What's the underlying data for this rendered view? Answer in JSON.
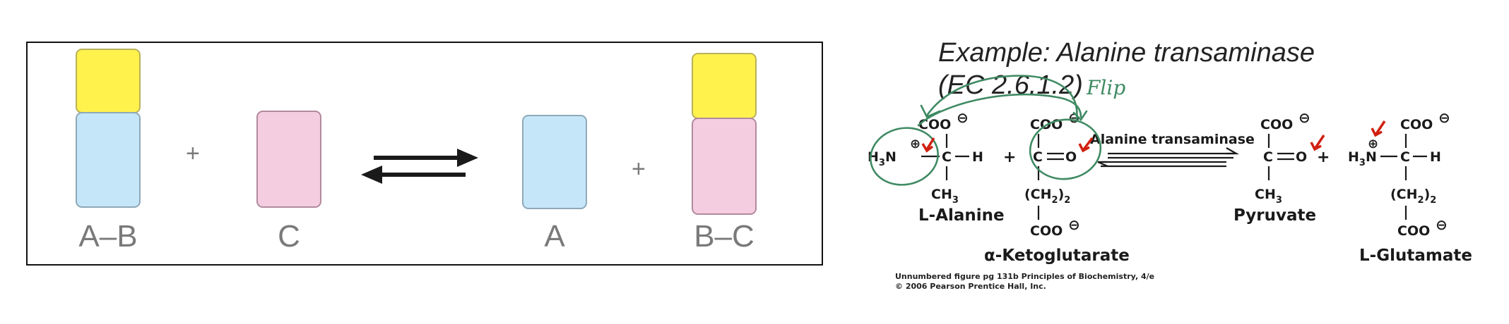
{
  "scheme": {
    "reactant1_label": "A–B",
    "reactant2_label": "C",
    "product1_label": "A",
    "product2_label": "B–C",
    "plus": "+"
  },
  "example": {
    "title_line1": "Example: Alanine transaminase",
    "title_line2": "(EC 2.6.1.2)",
    "handwritten_note": "Flip"
  },
  "reaction": {
    "alanine_name": "L-Alanine",
    "ketoglutarate_name": "α-Ketoglutarate",
    "pyruvate_name": "Pyruvate",
    "glutamate_name": "L-Glutamate",
    "enzyme_name": "Alanine transaminase",
    "coo": "COO",
    "ch3": "CH",
    "ch2": "(CH",
    "h3n": "H",
    "plus": "+"
  },
  "credit": {
    "line1": "Unnumbered figure pg 131b  Principles of Biochemistry, 4/e",
    "line2": "© 2006 Pearson Prentice Hall, Inc."
  },
  "colors": {
    "yellow": "#fff24d",
    "blue": "#c4e6f8",
    "pink": "#f4cde0",
    "annotation_green": "#3f8a63",
    "arrow_red": "#d02010"
  }
}
